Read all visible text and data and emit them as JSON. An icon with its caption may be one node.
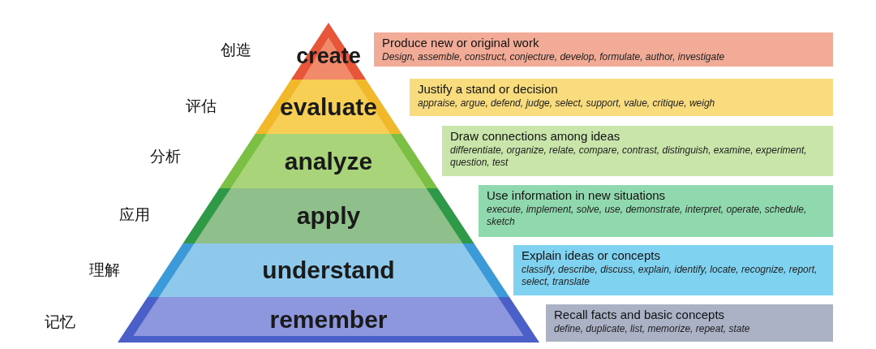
{
  "diagram": {
    "nodes": [
      {
        "text": [
          "create"
        ]
      },
      {
        "text": [
          "Produce new or original work",
          "Design, assemble, construct, conjecture, develop, formulate, author, investigate"
        ]
      },
      {
        "text": [
          "evaluate"
        ]
      },
      {
        "text": [
          "Justify a stand or decision",
          "appraise, argue, defend, judge, select, support, value, critique, weigh"
        ]
      },
      {
        "text": [
          "analyze"
        ]
      },
      {
        "text": [
          "Draw connections among ideas",
          "differentiate, organize, relate, compare, contrast, distinguish, examine, experiment, question, test"
        ]
      },
      {
        "text": [
          "apply"
        ]
      },
      {
        "text": [
          "Use information in new situations",
          "execute, implement, solve, use, demonstrate, interpret, operate, schedule, sketch"
        ]
      },
      {
        "text": [
          "understand"
        ]
      },
      {
        "text": [
          "Explain ideas or concepts",
          "classify, describe, discuss, explain, identify, locate, recognize, report, select, translate"
        ]
      },
      {
        "text": [
          "remember"
        ]
      },
      {
        "text": [
          "Recall facts and basic concepts",
          "define, duplicate, list, memorize, repeat, state"
        ]
      }
    ],
    "labels": [
      "创造",
      "评估",
      "分析",
      "应用",
      "理解",
      "记忆"
    ]
  }
}
